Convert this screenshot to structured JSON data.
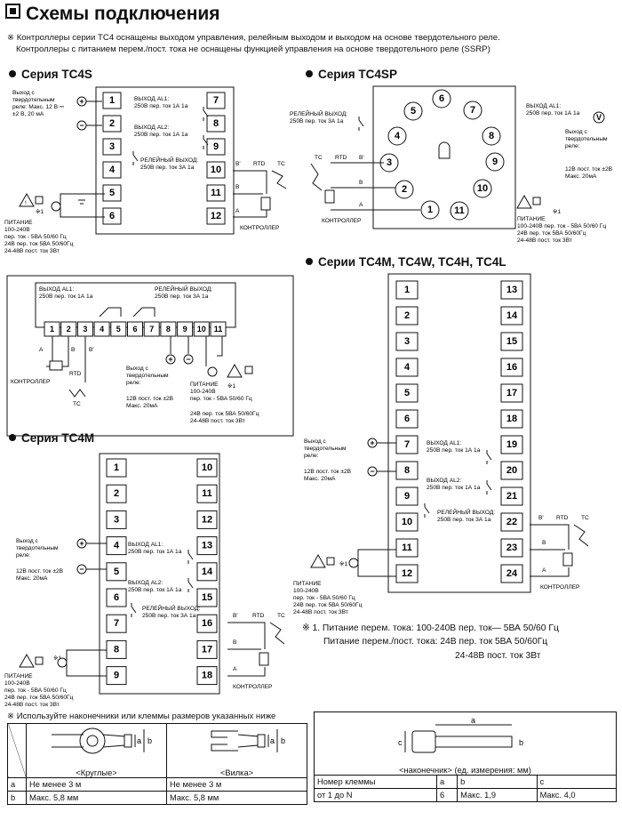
{
  "title": "Схемы подключения",
  "intro": {
    "line1": "※ Контроллеры серии TC4 оснащены выходом управления, релейным выходом и выходом на основе твердотельного реле.",
    "line2": "Контроллеры с питанием перем./пост. тока не оснащены функцией управления на основе твердотельного реле (SSRP)"
  },
  "tc4s": {
    "title": "Серия TC4S",
    "left_terms": [
      "1",
      "2",
      "3",
      "4",
      "5",
      "6"
    ],
    "right_terms": [
      "7",
      "8",
      "9",
      "10",
      "11",
      "12"
    ],
    "ssr_l1": "Выход с",
    "ssr_l2": "твердотельным",
    "ssr_l3": "реле: Макс. 12 В ⎓",
    "ssr_l4": "±2 В, 20 мА",
    "al1_l1": "ВЫХОД AL1:",
    "al1_l2": "250В пер. ток 1А 1а",
    "al2_l1": "ВЫХОД AL2:",
    "al2_l2": "250В пер. ток 1А 1а",
    "rel_l1": "РЕЛЕЙНЫЙ ВЫХОД:",
    "rel_l2": "250В пер. ток 3А 1а",
    "b2": "B'",
    "rtd": "RTD",
    "tc": "TC",
    "b": "B",
    "a": "A",
    "controller": "КОНТРОЛЛЕР",
    "note": "※1",
    "pw1": "ПИТАНИЕ",
    "pw2": "100-240В",
    "pw3": "пер. ток - 5ВА 50/60 Гц",
    "pw4": "24В пер. ток 5ВА 50/60Гц",
    "pw5": "24-48В пост. ток 3Вт"
  },
  "tc4sp": {
    "title": "Серия TC4SP",
    "terms": [
      "1",
      "2",
      "3",
      "4",
      "5",
      "6",
      "7",
      "8",
      "9",
      "10",
      "11"
    ],
    "rel_l1": "РЕЛЕЙНЫЙ ВЫХОД:",
    "rel_l2": "250В пер. ток 3А 1а",
    "al1_l1": "ВЫХОД AL1:",
    "al1_l2": "250В пер. ток 1А 1а",
    "ssr_l1": "Выход с",
    "ssr_l2": "твердотельным",
    "ssr_l3": "реле:",
    "ssr_l4": "12В пост. ток ±2В",
    "ssr_l5": "Макс. 20мА",
    "tc": "TC",
    "rtd": "RTD",
    "b2": "B'",
    "b": "B",
    "a": "A",
    "controller": "КОНТРОЛЛЕР",
    "note": "※1",
    "pw1": "ПИТАНИЕ",
    "pw2": "100-240В пер. ток - 5ВА 50/60 Гц",
    "pw3": "24В пер. ток 5ВА 50/60Гц",
    "pw4": "24-48В пост. ток 3Вт"
  },
  "tc4y": {
    "terms": [
      "1",
      "2",
      "3",
      "4",
      "5",
      "6",
      "7",
      "8",
      "9",
      "10",
      "11"
    ],
    "al1_l1": "ВЫХОД AL1:",
    "al1_l2": "250В пер. ток 1А 1а",
    "rel_l1": "РЕЛЕЙНЫЙ ВЫХОД:",
    "rel_l2": "250В пер. ток 3А 1а",
    "a": "A",
    "b": "B",
    "b2": "B'",
    "rtd": "RTD",
    "tc": "TC",
    "controller": "КОНТРОЛЛЕР",
    "ssr_l1": "Выход с",
    "ssr_l2": "твердотельным",
    "ssr_l3": "реле:",
    "ssr_l4": "12В пост. ток ±2В",
    "ssr_l5": "Макс. 20мА",
    "pw1": "ПИТАНИЕ",
    "pw2": "100-240В",
    "pw3": "пер. ток - 5ВА 50/60 Гц",
    "pw4": "24В пер. ток 5ВА 50/60Гц",
    "pw5": "24-48В пост. ток 3Вт",
    "note": "※1"
  },
  "tc4m": {
    "title": "Серия TC4M",
    "left_terms": [
      "1",
      "2",
      "3",
      "4",
      "5",
      "6",
      "7",
      "8",
      "9"
    ],
    "right_terms": [
      "10",
      "11",
      "12",
      "13",
      "14",
      "15",
      "16",
      "17",
      "18"
    ],
    "ssr_l1": "Выход с",
    "ssr_l2": "твердотельным",
    "ssr_l3": "реле:",
    "ssr_l4": "12В пост. ток ±2В",
    "ssr_l5": "Макс. 20мА",
    "al1_l1": "ВЫХОД AL1:",
    "al1_l2": "250В пер. ток 1А 1а",
    "al2_l1": "ВЫХОД AL2:",
    "al2_l2": "250В пер. ток 1А 1а",
    "rel_l1": "РЕЛЕЙНЫЙ ВЫХОД:",
    "rel_l2": "250В пер. ток 3А 1а",
    "b2": "B'",
    "rtd": "RTD",
    "tc": "TC",
    "b": "B",
    "a": "A",
    "controller": "КОНТРОЛЛЕР",
    "note": "※1",
    "pw1": "ПИТАНИЕ",
    "pw2": "100-240В",
    "pw3": "пер. ток - 5ВА 50/60 Гц",
    "pw4": "24В пер. ток 5ВА 50/60Гц",
    "pw5": "24-48В пост. ток 3Вт"
  },
  "tc4mw": {
    "title": "Серии TC4M, TC4W, TC4H, TC4L",
    "left_terms": [
      "1",
      "2",
      "3",
      "4",
      "5",
      "6",
      "7",
      "8",
      "9",
      "10",
      "11",
      "12"
    ],
    "right_terms": [
      "13",
      "14",
      "15",
      "16",
      "17",
      "18",
      "19",
      "20",
      "21",
      "22",
      "23",
      "24"
    ],
    "ssr_l1": "Выход с",
    "ssr_l2": "твердотельным",
    "ssr_l3": "реле:",
    "ssr_l4": "12В пост. ток ±2В",
    "ssr_l5": "Макс. 20мА",
    "al1_l1": "ВЫХОД AL1:",
    "al1_l2": "250В пер. ток 1А 1а",
    "al2_l1": "ВЫХОД AL2:",
    "al2_l2": "250В пер. ток 1А 1а",
    "rel_l1": "РЕЛЕЙНЫЙ ВЫХОД:",
    "rel_l2": "250В пер. ток 3А 1а",
    "b2": "B'",
    "rtd": "RTD",
    "tc": "TC",
    "b": "B",
    "a": "A",
    "controller": "КОНТРОЛЛЕР",
    "note": "※1",
    "pw1": "ПИТАНИЕ",
    "pw2": "100-240В",
    "pw3": "пер. ток - 5ВА 50/60 Гц",
    "pw4": "24В пер. ток 5ВА 50/60Гц",
    "pw5": "24-48В пост. ток 3Вт"
  },
  "footnote": {
    "line1": "※ 1. Питание перем. тока: 100-240В пер. ток— 5ВА 50/60 Гц",
    "line2": "Питание перем./пост. тока: 24В пер. ток 5ВА 50/60Гц",
    "line3": "24-48В пост. ток 3Вт"
  },
  "lugs": {
    "caption": "※ Используйте наконечники или клеммы размеров указанных ниже",
    "round": "<Круглые>",
    "fork": "<Вилка>",
    "dim_a": "a",
    "dim_b": "b",
    "row_a": "a",
    "row_b": "b",
    "round_a": "Не менее 3 м",
    "fork_a": "Не менее 3 м",
    "round_b": "Макс. 5,8 мм",
    "fork_b": "Макс. 5,8 мм"
  },
  "ferrule": {
    "caption": "<наконечник>",
    "units": "(ед. измерения: мм)",
    "dim_a": "a",
    "dim_b": "b",
    "dim_c": "c",
    "h_term": "Номер клеммы",
    "h_a": "a",
    "h_b": "b",
    "h_c": "c",
    "v_term": "от 1 до N",
    "v_a": "6",
    "v_b": "Макс. 1,9",
    "v_c": "Макс. 4,0"
  }
}
